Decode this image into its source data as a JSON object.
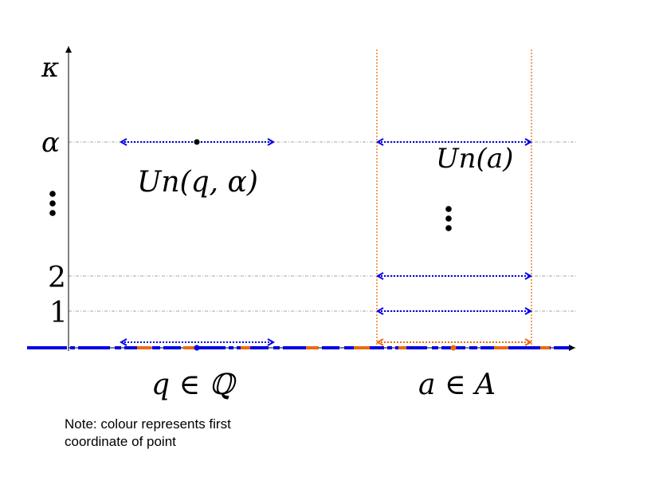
{
  "axis": {
    "y_label": "κ",
    "levels": [
      "α",
      "2",
      "1"
    ]
  },
  "labels": {
    "u_q": "Un(q, α)",
    "u_a": "Un(a)",
    "q_in_Q": "q ∈ ℚ",
    "a_in_A": "a ∈ A"
  },
  "note": {
    "line1": "Note: colour represents first",
    "line2": "coordinate of point"
  },
  "colors": {
    "blue": "#0000e6",
    "orange": "#ee6a10",
    "axis": "#000000",
    "guide": "#888888"
  }
}
